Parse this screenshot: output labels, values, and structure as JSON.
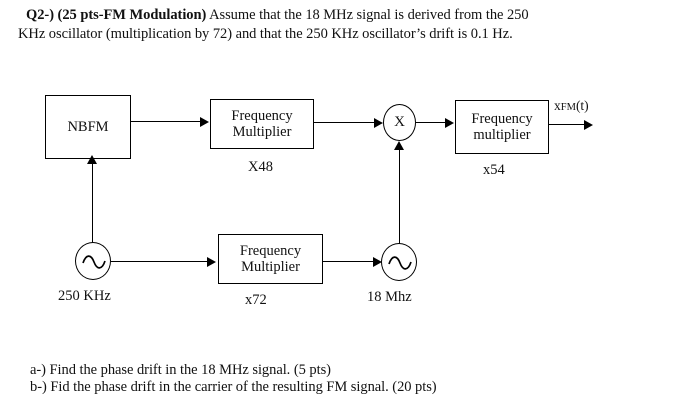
{
  "prompt": {
    "bold_prefix": "Q2-) (25 pts-FM Modulation)",
    "line1_rest": " Assume that the 18 MHz signal is derived from the 250",
    "line2": "KHz oscillator (multiplication by 72) and that the 250 KHz oscillator’s drift is 0.1 Hz."
  },
  "diagram": {
    "blocks": {
      "nbfm": {
        "label": "NBFM"
      },
      "freq_multiplier_48": {
        "line1": "Frequency",
        "line2": "Multiplier",
        "factor": "X48"
      },
      "freq_multiplier_54": {
        "line1": "Frequency",
        "line2": "multiplier",
        "factor": "x54"
      },
      "freq_multiplier_72": {
        "line1": "Frequency",
        "line2": "Multiplier",
        "factor": "x72"
      }
    },
    "mixer": {
      "symbol": "X"
    },
    "oscillators": {
      "low": {
        "label": "250 KHz",
        "symbol": "~"
      },
      "high": {
        "label": "18 Mhz",
        "symbol": "~"
      }
    },
    "output": {
      "base": "x",
      "subscript": "FM",
      "suffix": "(t)"
    }
  },
  "questions": {
    "a": "a-) Find the phase drift in the 18 MHz signal. (5 pts)",
    "b": "b-) Fid the phase drift in the carrier of the resulting FM signal. (20 pts)"
  },
  "colors": {
    "ink": "#111111",
    "stroke": "#000000",
    "background": "#ffffff"
  }
}
